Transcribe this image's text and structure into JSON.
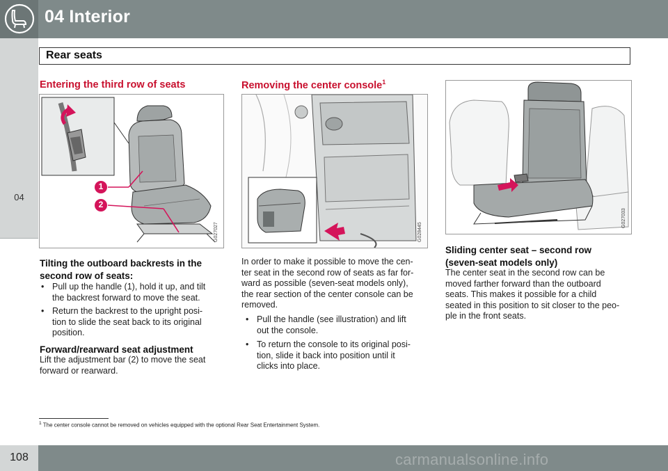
{
  "header": {
    "chapter_title": "04 Interior",
    "section_title": "Rear seats",
    "sidebar_chapter": "04",
    "icon": "seat-icon"
  },
  "col1": {
    "heading": "Entering the third row of seats",
    "figure": {
      "code": "G027027",
      "callouts": [
        "1",
        "2"
      ]
    },
    "subhead1": "Tilting the outboard backrests in the second row of seats:",
    "subhead1_line1": "Tilting the outboard backrests in the",
    "subhead1_line2": "second row of seats:",
    "bullets": [
      {
        "symbol": "•",
        "lines": [
          "Pull up the handle (1), hold it up, and tilt",
          "the backrest forward to move the seat."
        ]
      },
      {
        "symbol": "•",
        "lines": [
          "Return the backrest to the upright posi-",
          "tion to slide the seat back to its original",
          "position."
        ]
      }
    ],
    "subhead2": "Forward/rearward seat adjustment",
    "para_lines": [
      "Lift the adjustment bar (2) to move the seat",
      "forward or rearward."
    ]
  },
  "col2": {
    "heading": "Removing the center console",
    "heading_sup": "1",
    "figure": {
      "code": "G028445"
    },
    "intro_lines": [
      "In order to make it possible to move the cen-",
      "ter seat in the second row of seats as far for-",
      "ward as possible (seven-seat models only),",
      "the rear section of the center console can be",
      "removed."
    ],
    "bullets": [
      {
        "symbol": "•",
        "lines": [
          "Pull the handle (see illustration) and lift",
          "out the console."
        ]
      },
      {
        "symbol": "•",
        "lines": [
          "To return the console to its original posi-",
          "tion, slide it back into position until it",
          "clicks into place."
        ]
      }
    ]
  },
  "col3": {
    "figure": {
      "code": "G027033"
    },
    "subhead_line1": "Sliding center seat – second row",
    "subhead_line2": "(seven-seat models only)",
    "para_lines": [
      "The center seat in the second row can be",
      "moved farther forward than the outboard",
      "seats. This makes it possible for a child",
      "seated in this position to sit closer to the peo-",
      "ple in the front seats."
    ]
  },
  "footnote": {
    "number": "1",
    "text": "The center console cannot be removed on vehicles equipped with the optional Rear Seat Entertainment System."
  },
  "footer": {
    "page_number": "108",
    "watermark": "carmanualsonline.info"
  },
  "colors": {
    "header_bar": "#7f8a8a",
    "sidebar": "#d3d6d6",
    "heading_red": "#c8102e",
    "callout_red": "#d4145a"
  }
}
